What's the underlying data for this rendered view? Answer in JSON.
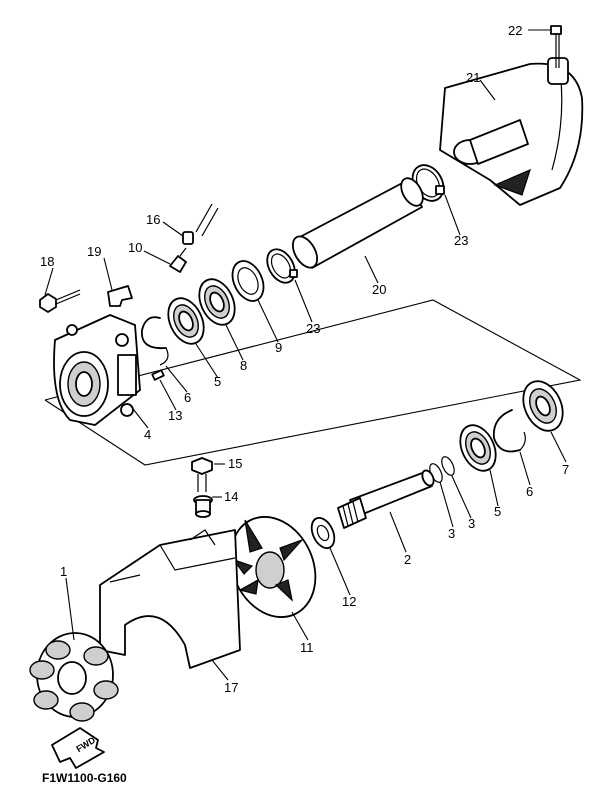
{
  "diagram_code": "F1W1100-G160",
  "direction_label": "FWD",
  "callouts": {
    "c1": "1",
    "c2": "2",
    "c3a": "3",
    "c3b": "3",
    "c4": "4",
    "c5a": "5",
    "c5b": "5",
    "c6a": "6",
    "c6b": "6",
    "c7": "7",
    "c8": "8",
    "c9": "9",
    "c10": "10",
    "c11": "11",
    "c12": "12",
    "c13": "13",
    "c14": "14",
    "c15": "15",
    "c16": "16",
    "c17": "17",
    "c18": "18",
    "c19": "19",
    "c20": "20",
    "c21": "21",
    "c22": "22",
    "c23a": "23",
    "c23b": "23"
  }
}
